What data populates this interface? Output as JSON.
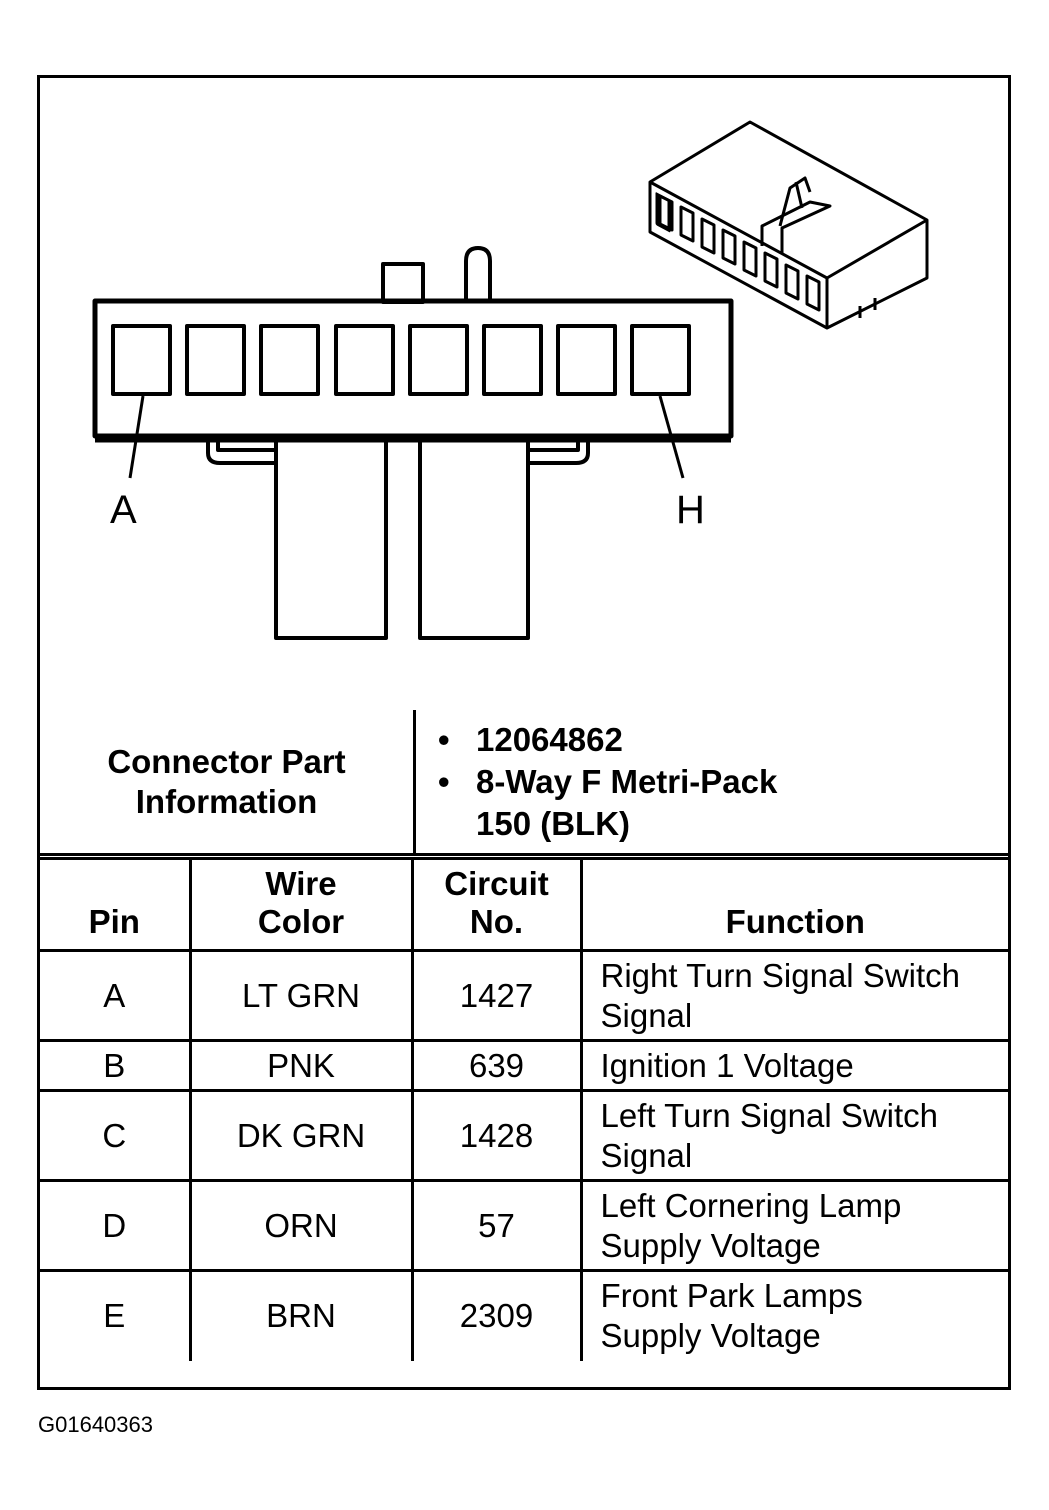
{
  "diagram": {
    "pin_label_left": "A",
    "pin_label_right": "H"
  },
  "connector_info": {
    "label_line1": "Connector Part",
    "label_line2": "Information",
    "part_number": "12064862",
    "description_line1": "8-Way F Metri-Pack",
    "description_line2": "150 (BLK)"
  },
  "pin_table": {
    "headers": {
      "pin": "Pin",
      "wire_color_line1": "Wire",
      "wire_color_line2": "Color",
      "circuit_line1": "Circuit",
      "circuit_line2": "No.",
      "function": "Function"
    },
    "rows": [
      {
        "pin": "A",
        "wire_color": "LT GRN",
        "circuit": "1427",
        "function_line1": "Right Turn Signal Switch",
        "function_line2": "Signal"
      },
      {
        "pin": "B",
        "wire_color": "PNK",
        "circuit": "639",
        "function_line1": "Ignition 1 Voltage",
        "function_line2": ""
      },
      {
        "pin": "C",
        "wire_color": "DK GRN",
        "circuit": "1428",
        "function_line1": "Left Turn Signal Switch",
        "function_line2": "Signal"
      },
      {
        "pin": "D",
        "wire_color": "ORN",
        "circuit": "57",
        "function_line1": "Left Cornering Lamp",
        "function_line2": "Supply Voltage"
      },
      {
        "pin": "E",
        "wire_color": "BRN",
        "circuit": "2309",
        "function_line1": "Front Park Lamps",
        "function_line2": "Supply Voltage"
      }
    ]
  },
  "figure_code": "G01640363"
}
